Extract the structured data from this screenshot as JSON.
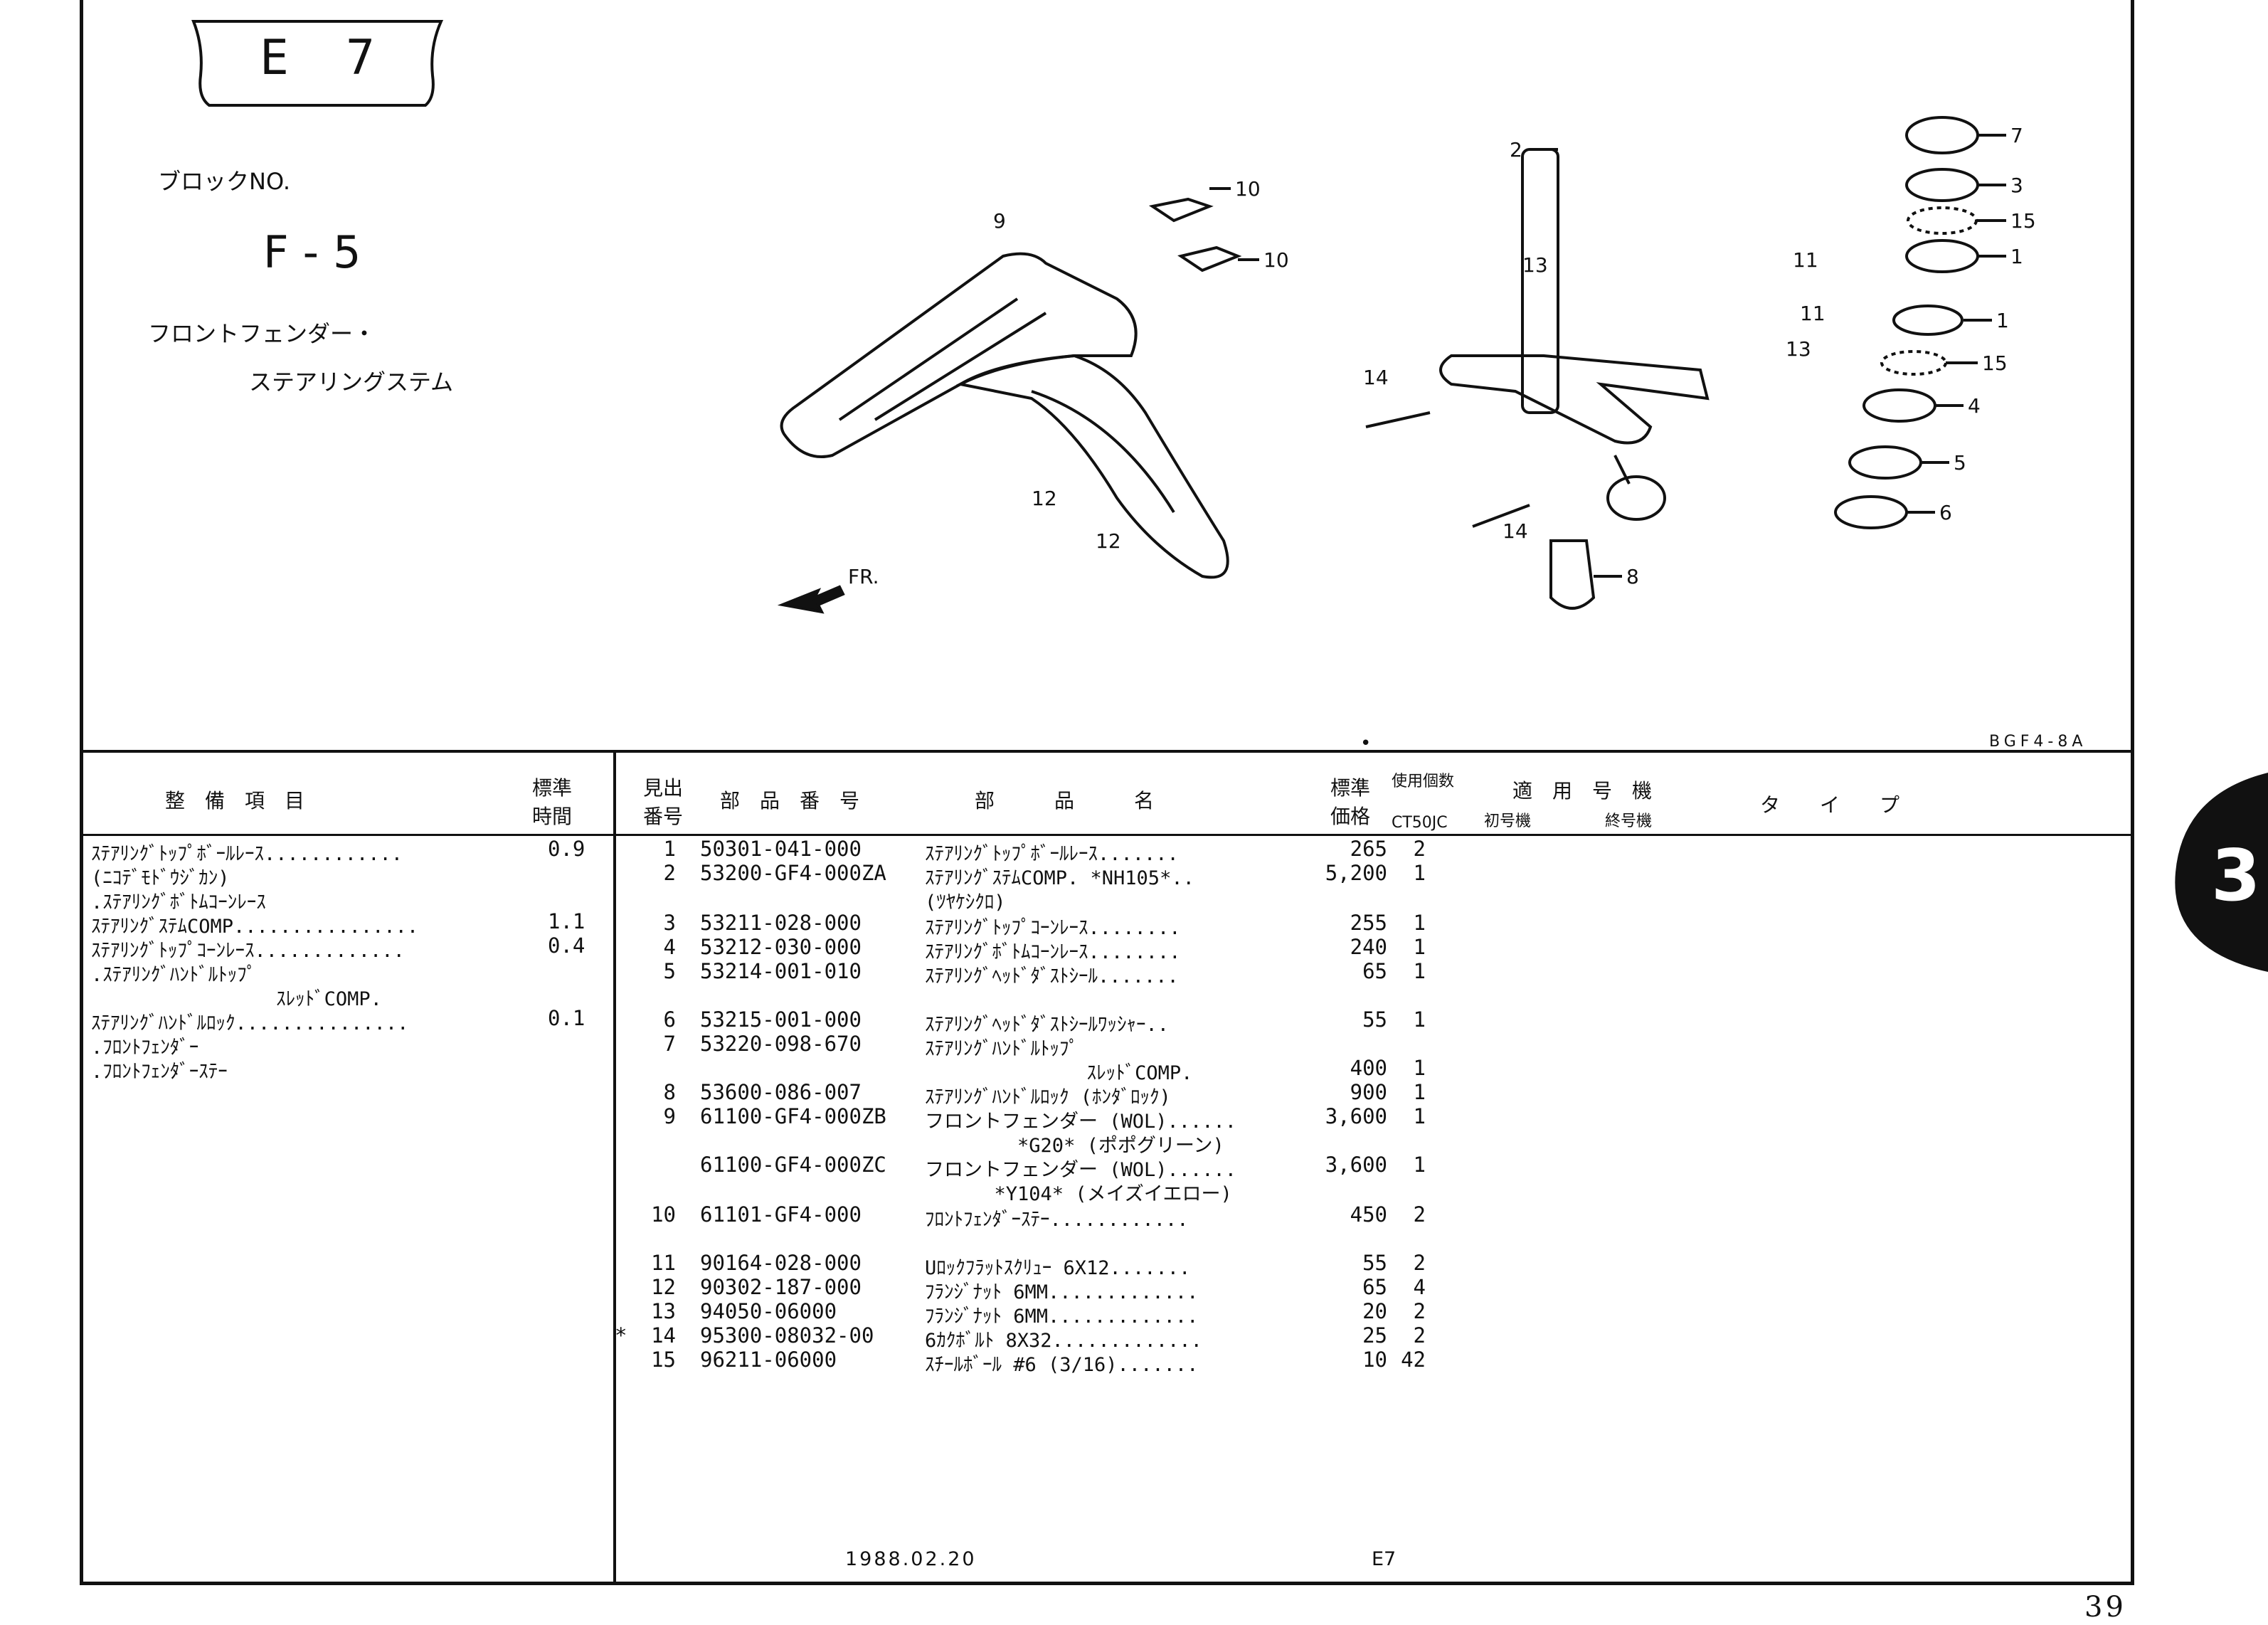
{
  "block_badge": {
    "letter": "E",
    "number": "7"
  },
  "block_no_label": "ブロックNO.",
  "block_no": "F-5",
  "title_line1": "フロントフェンダー・",
  "title_line2": "ステアリングステム",
  "figure_id": "BGF4-8A",
  "diagram_callouts": [
    "1",
    "1",
    "2",
    "3",
    "4",
    "5",
    "6",
    "7",
    "8",
    "9",
    "10",
    "10",
    "11",
    "11",
    "12",
    "12",
    "13",
    "13",
    "14",
    "14",
    "15",
    "15"
  ],
  "direction_label": "FR.",
  "work_header": {
    "item": "整　備　項　目",
    "time_line1": "標準",
    "time_line2": "時間"
  },
  "work_items": [
    {
      "text": "ｽﾃｱﾘﾝｸﾞﾄｯﾌﾟﾎﾞｰﾙﾚｰｽ............",
      "time": "0.9"
    },
    {
      "text": "(ﾆｺﾃﾞﾓﾄﾞｳｼﾞｶﾝ)",
      "time": ""
    },
    {
      "text": ".ｽﾃｱﾘﾝｸﾞﾎﾞﾄﾑｺｰﾝﾚｰｽ",
      "time": ""
    },
    {
      "text": "ｽﾃｱﾘﾝｸﾞｽﾃﾑCOMP................",
      "time": "1.1"
    },
    {
      "text": "ｽﾃｱﾘﾝｸﾞﾄｯﾌﾟｺｰﾝﾚｰｽ.............",
      "time": "0.4"
    },
    {
      "text": ".ｽﾃｱﾘﾝｸﾞﾊﾝﾄﾞﾙﾄｯﾌﾟ",
      "time": ""
    },
    {
      "text": "                ｽﾚｯﾄﾞCOMP.",
      "time": ""
    },
    {
      "text": "ｽﾃｱﾘﾝｸﾞﾊﾝﾄﾞﾙﾛｯｸ...............",
      "time": "0.1"
    },
    {
      "text": ".ﾌﾛﾝﾄﾌｪﾝﾀﾞｰ",
      "time": ""
    },
    {
      "text": ".ﾌﾛﾝﾄﾌｪﾝﾀﾞｰｽﾃｰ",
      "time": ""
    }
  ],
  "parts_header": {
    "ref_line1": "見出",
    "ref_line2": "番号",
    "part_number": "部　品　番　号",
    "part_name": "部　　　品　　　名",
    "price_line1": "標準",
    "price_line2": "価格",
    "qty_label": "使用個数",
    "model": "CT50JC",
    "applicable": "適　用　号　機",
    "first": "初号機",
    "last": "終号機",
    "type": "タ　　イ　　プ"
  },
  "parts": [
    {
      "star": "",
      "no": "1",
      "pn": "50301-041-000",
      "name": "ｽﾃｱﾘﾝｸﾞﾄｯﾌﾟﾎﾞｰﾙﾚｰｽ.......",
      "price": "265",
      "qty": "2"
    },
    {
      "star": "",
      "no": "2",
      "pn": "53200-GF4-000ZA",
      "name": "ｽﾃｱﾘﾝｸﾞｽﾃﾑCOMP. *NH105*..",
      "price": "5,200",
      "qty": "1"
    },
    {
      "star": "",
      "no": "",
      "pn": "",
      "name": "(ﾂﾔｹｼｸﾛ)",
      "price": "",
      "qty": ""
    },
    {
      "star": "",
      "no": "3",
      "pn": "53211-028-000",
      "name": "ｽﾃｱﾘﾝｸﾞﾄｯﾌﾟｺｰﾝﾚｰｽ........",
      "price": "255",
      "qty": "1"
    },
    {
      "star": "",
      "no": "4",
      "pn": "53212-030-000",
      "name": "ｽﾃｱﾘﾝｸﾞﾎﾞﾄﾑｺｰﾝﾚｰｽ........",
      "price": "240",
      "qty": "1"
    },
    {
      "star": "",
      "no": "5",
      "pn": "53214-001-010",
      "name": "ｽﾃｱﾘﾝｸﾞﾍｯﾄﾞﾀﾞｽﾄｼｰﾙ.......",
      "price": "65",
      "qty": "1"
    },
    {
      "star": "",
      "no": "6",
      "pn": "53215-001-000",
      "name": "ｽﾃｱﾘﾝｸﾞﾍｯﾄﾞﾀﾞｽﾄｼｰﾙﾜｯｼｬｰ..",
      "price": "55",
      "qty": "1"
    },
    {
      "star": "",
      "no": "7",
      "pn": "53220-098-670",
      "name": "ｽﾃｱﾘﾝｸﾞﾊﾝﾄﾞﾙﾄｯﾌﾟ",
      "price": "",
      "qty": ""
    },
    {
      "star": "",
      "no": "",
      "pn": "",
      "name": "              ｽﾚｯﾄﾞCOMP.",
      "price": "400",
      "qty": "1"
    },
    {
      "star": "",
      "no": "8",
      "pn": "53600-086-007",
      "name": "ｽﾃｱﾘﾝｸﾞﾊﾝﾄﾞﾙﾛｯｸ (ﾎﾝﾀﾞﾛｯｸ)",
      "price": "900",
      "qty": "1"
    },
    {
      "star": "",
      "no": "9",
      "pn": "61100-GF4-000ZB",
      "name": "フロントフェンダー (WOL)......",
      "price": "3,600",
      "qty": "1"
    },
    {
      "star": "",
      "no": "",
      "pn": "",
      "name": "        *G20* (ポポグリーン)",
      "price": "",
      "qty": ""
    },
    {
      "star": "",
      "no": "",
      "pn": "61100-GF4-000ZC",
      "name": "フロントフェンダー (WOL)......",
      "price": "3,600",
      "qty": "1"
    },
    {
      "star": "",
      "no": "",
      "pn": "",
      "name": "      *Y104* (メイズイエロー)",
      "price": "",
      "qty": ""
    },
    {
      "star": "",
      "no": "10",
      "pn": "61101-GF4-000",
      "name": "ﾌﾛﾝﾄﾌｪﾝﾀﾞｰｽﾃｰ............",
      "price": "450",
      "qty": "2"
    },
    {
      "star": "",
      "no": "",
      "pn": "",
      "name": "",
      "price": "",
      "qty": ""
    },
    {
      "star": "",
      "no": "11",
      "pn": "90164-028-000",
      "name": "Uﾛｯｸﾌﾗｯﾄｽｸﾘｭｰ 6X12.......",
      "price": "55",
      "qty": "2"
    },
    {
      "star": "",
      "no": "12",
      "pn": "90302-187-000",
      "name": "ﾌﾗﾝｼﾞﾅｯﾄ 6MM.............",
      "price": "65",
      "qty": "4"
    },
    {
      "star": "",
      "no": "13",
      "pn": "94050-06000",
      "name": "ﾌﾗﾝｼﾞﾅｯﾄ 6MM.............",
      "price": "20",
      "qty": "2"
    },
    {
      "star": "*",
      "no": "14",
      "pn": "95300-08032-00",
      "name": "6ｶｸﾎﾞﾙﾄ 8X32.............",
      "price": "25",
      "qty": "2"
    },
    {
      "star": "",
      "no": "15",
      "pn": "96211-06000",
      "name": "ｽﾁｰﾙﾎﾞｰﾙ #6 (3/16).......",
      "price": "10",
      "qty": "42"
    }
  ],
  "footer_date": "1988.02.20",
  "footer_code": "E7",
  "page_number": "39",
  "tab_number": "3"
}
